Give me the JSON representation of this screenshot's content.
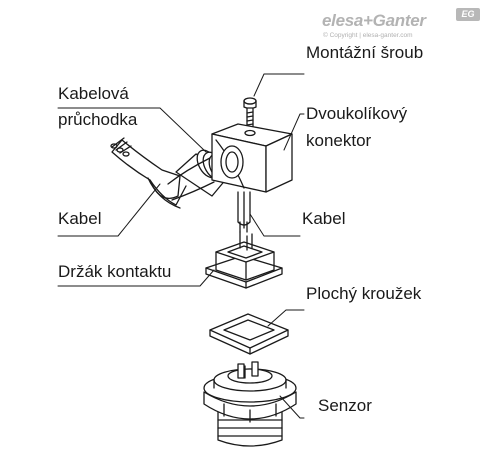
{
  "logo": {
    "brand": "elesa+Ganter",
    "copyright": "© Copyright | elesa-ganter.com",
    "badge": "EG"
  },
  "labels": {
    "mounting_screw": "Montážní šroub",
    "cable_gland_line1": "Kabelová",
    "cable_gland_line2": "průchodka",
    "right_angle_connector_line1": "Dvoukolíkový",
    "right_angle_connector_line2": "konektor",
    "cable_left": "Kabel",
    "cable_right": "Kabel",
    "contact_holder": "Držák kontaktu",
    "flat_ring": "Plochý kroužek",
    "sensor": "Senzor"
  }
}
